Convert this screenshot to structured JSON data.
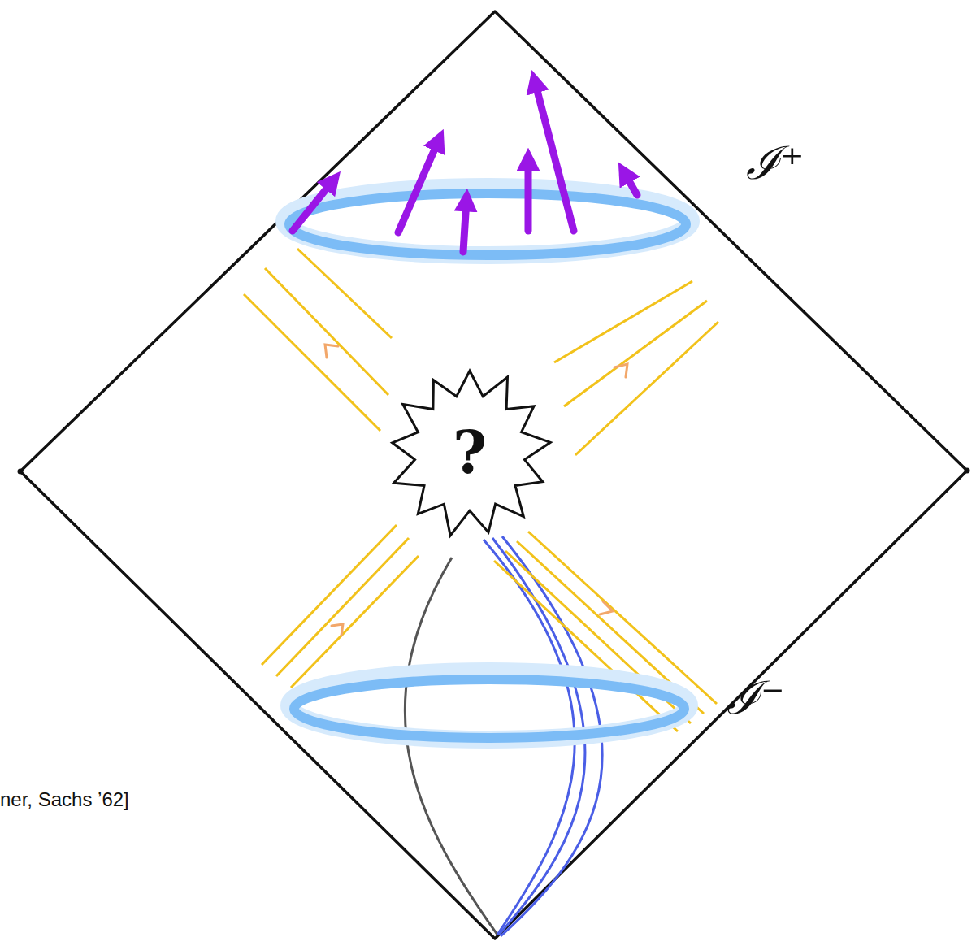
{
  "diagram": {
    "nodes": [
      {
        "text": [
          "?"
        ]
      }
    ],
    "labels": [
      "ℐ⁺",
      "ℐ⁻",
      "ner, Sachs ’62]"
    ]
  }
}
